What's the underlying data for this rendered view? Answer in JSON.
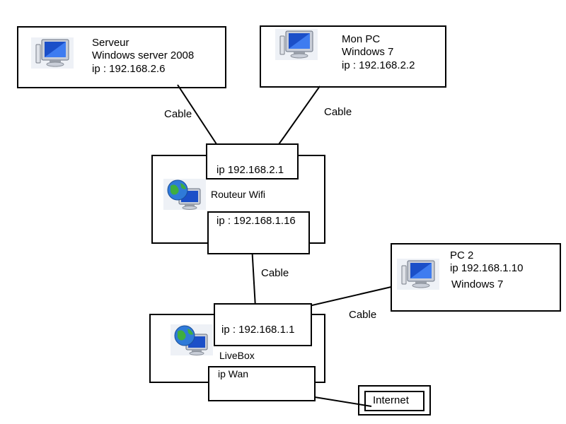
{
  "nodes": {
    "serveur": {
      "name": "Serveur",
      "os": "Windows server 2008",
      "ip": "ip : 192.168.2.6"
    },
    "monpc": {
      "name": "Mon PC",
      "os": "Windows 7",
      "ip": "ip : 192.168.2.2"
    },
    "routeur": {
      "name": "Routeur Wifi",
      "port_lan": "ip 192.168.2.1",
      "port_wan": "ip : 192.168.1.16"
    },
    "pc2": {
      "name": "PC 2",
      "ip": "ip 192.168.1.10",
      "os": "Windows 7"
    },
    "livebox": {
      "name": "LiveBox",
      "port_lan": "ip : 192.168.1.1",
      "port_wan": "ip Wan"
    },
    "internet": {
      "name": "Internet"
    }
  },
  "links": [
    {
      "label": "Cable"
    },
    {
      "label": "Cable"
    },
    {
      "label": "Cable"
    },
    {
      "label": "Cable"
    }
  ],
  "icons": {
    "computer": "computer-icon",
    "network_computer": "network-globe-computer-icon"
  }
}
